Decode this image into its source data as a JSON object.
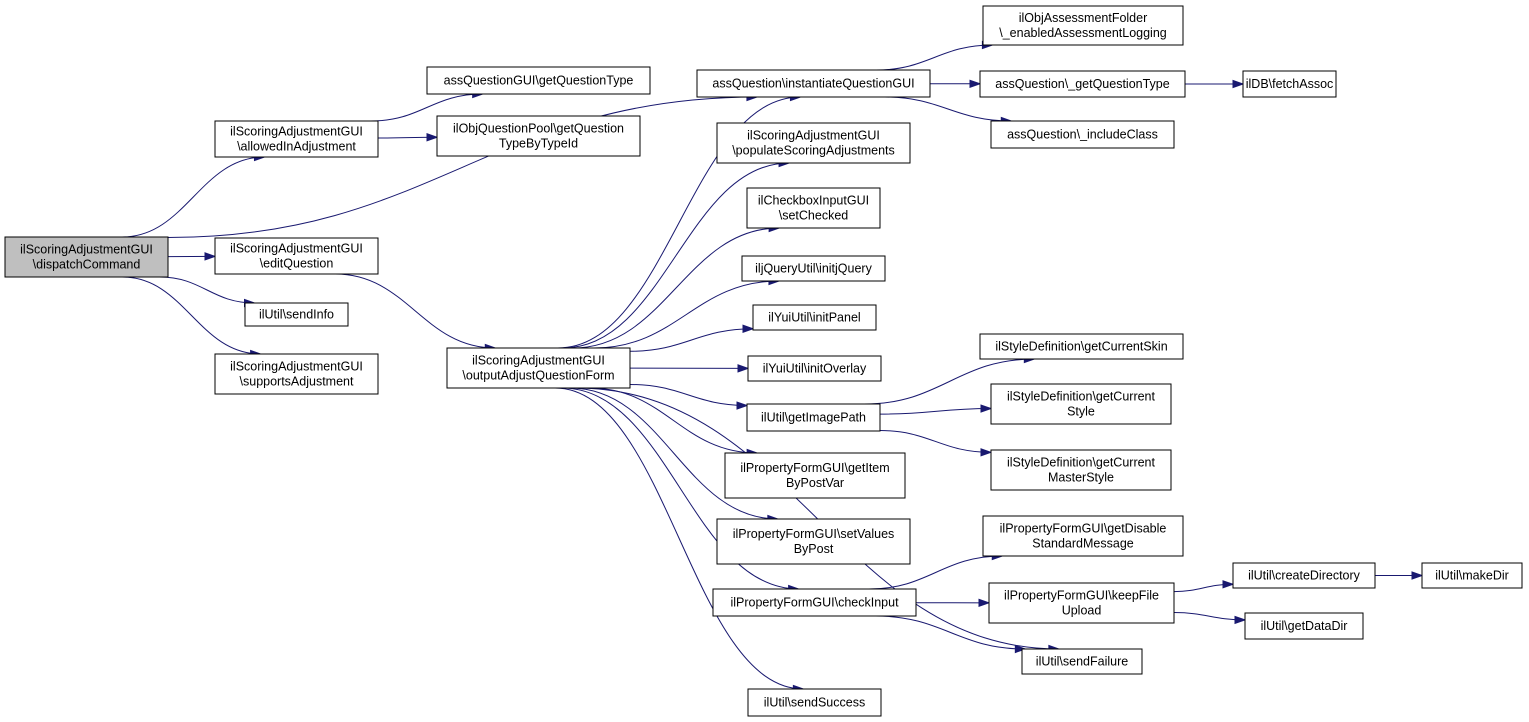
{
  "colors": {
    "edge": "#191970",
    "node_fill": "#ffffff",
    "root_fill": "#bfbfbf",
    "node_stroke": "#000000"
  },
  "nodes": [
    {
      "id": "dispatch",
      "lines": [
        "ilScoringAdjustmentGUI",
        "\\dispatchCommand"
      ],
      "root": true
    },
    {
      "id": "allowed",
      "lines": [
        "ilScoringAdjustmentGUI",
        "\\allowedInAdjustment"
      ]
    },
    {
      "id": "editq",
      "lines": [
        "ilScoringAdjustmentGUI",
        "\\editQuestion"
      ]
    },
    {
      "id": "sendinfo",
      "lines": [
        "ilUtil\\sendInfo"
      ]
    },
    {
      "id": "supports",
      "lines": [
        "ilScoringAdjustmentGUI",
        "\\supportsAdjustment"
      ]
    },
    {
      "id": "gui_getqtype",
      "lines": [
        "assQuestionGUI\\getQuestionType"
      ]
    },
    {
      "id": "pool_gettype",
      "lines": [
        "ilObjQuestionPool\\getQuestion",
        "TypeByTypeId"
      ]
    },
    {
      "id": "output",
      "lines": [
        "ilScoringAdjustmentGUI",
        "\\outputAdjustQuestionForm"
      ]
    },
    {
      "id": "inst",
      "lines": [
        "assQuestion\\instantiateQuestionGUI"
      ]
    },
    {
      "id": "populate",
      "lines": [
        "ilScoringAdjustmentGUI",
        "\\populateScoringAdjustments"
      ]
    },
    {
      "id": "setchecked",
      "lines": [
        "ilCheckboxInputGUI",
        "\\setChecked"
      ]
    },
    {
      "id": "jquery",
      "lines": [
        "iljQueryUtil\\initjQuery"
      ]
    },
    {
      "id": "panel",
      "lines": [
        "ilYuiUtil\\initPanel"
      ]
    },
    {
      "id": "overlay",
      "lines": [
        "ilYuiUtil\\initOverlay"
      ]
    },
    {
      "id": "imagepath",
      "lines": [
        "ilUtil\\getImagePath"
      ]
    },
    {
      "id": "getitem",
      "lines": [
        "ilPropertyFormGUI\\getItem",
        "ByPostVar"
      ]
    },
    {
      "id": "setvalues",
      "lines": [
        "ilPropertyFormGUI\\setValues",
        "ByPost"
      ]
    },
    {
      "id": "checkinput",
      "lines": [
        "ilPropertyFormGUI\\checkInput"
      ]
    },
    {
      "id": "sendsuccess",
      "lines": [
        "ilUtil\\sendSuccess"
      ]
    },
    {
      "id": "folder",
      "lines": [
        "ilObjAssessmentFolder",
        "\\_enabledAssessmentLogging"
      ]
    },
    {
      "id": "aq_getqtype",
      "lines": [
        "assQuestion\\_getQuestionType"
      ]
    },
    {
      "id": "include",
      "lines": [
        "assQuestion\\_includeClass"
      ]
    },
    {
      "id": "fetch",
      "lines": [
        "ilDB\\fetchAssoc"
      ]
    },
    {
      "id": "skin",
      "lines": [
        "ilStyleDefinition\\getCurrentSkin"
      ]
    },
    {
      "id": "style",
      "lines": [
        "ilStyleDefinition\\getCurrent",
        "Style"
      ]
    },
    {
      "id": "master",
      "lines": [
        "ilStyleDefinition\\getCurrent",
        "MasterStyle"
      ]
    },
    {
      "id": "disable",
      "lines": [
        "ilPropertyFormGUI\\getDisable",
        "StandardMessage"
      ]
    },
    {
      "id": "keepfile",
      "lines": [
        "ilPropertyFormGUI\\keepFile",
        "Upload"
      ]
    },
    {
      "id": "sendfailure",
      "lines": [
        "ilUtil\\sendFailure"
      ]
    },
    {
      "id": "createdir",
      "lines": [
        "ilUtil\\createDirectory"
      ]
    },
    {
      "id": "datadir",
      "lines": [
        "ilUtil\\getDataDir"
      ]
    },
    {
      "id": "makedir",
      "lines": [
        "ilUtil\\makeDir"
      ]
    }
  ],
  "edges": [
    [
      "dispatch",
      "allowed"
    ],
    [
      "dispatch",
      "inst"
    ],
    [
      "dispatch",
      "editq"
    ],
    [
      "dispatch",
      "sendinfo"
    ],
    [
      "dispatch",
      "supports"
    ],
    [
      "allowed",
      "gui_getqtype"
    ],
    [
      "allowed",
      "pool_gettype"
    ],
    [
      "editq",
      "output"
    ],
    [
      "output",
      "inst"
    ],
    [
      "output",
      "populate"
    ],
    [
      "output",
      "setchecked"
    ],
    [
      "output",
      "jquery"
    ],
    [
      "output",
      "panel"
    ],
    [
      "output",
      "overlay"
    ],
    [
      "output",
      "imagepath"
    ],
    [
      "output",
      "getitem"
    ],
    [
      "output",
      "setvalues"
    ],
    [
      "output",
      "checkinput"
    ],
    [
      "output",
      "sendfailure"
    ],
    [
      "output",
      "sendsuccess"
    ],
    [
      "inst",
      "folder"
    ],
    [
      "inst",
      "aq_getqtype"
    ],
    [
      "inst",
      "include"
    ],
    [
      "aq_getqtype",
      "fetch"
    ],
    [
      "imagepath",
      "skin"
    ],
    [
      "imagepath",
      "style"
    ],
    [
      "imagepath",
      "master"
    ],
    [
      "checkinput",
      "disable"
    ],
    [
      "checkinput",
      "keepfile"
    ],
    [
      "checkinput",
      "sendfailure"
    ],
    [
      "keepfile",
      "createdir"
    ],
    [
      "keepfile",
      "datadir"
    ],
    [
      "createdir",
      "makedir"
    ]
  ]
}
